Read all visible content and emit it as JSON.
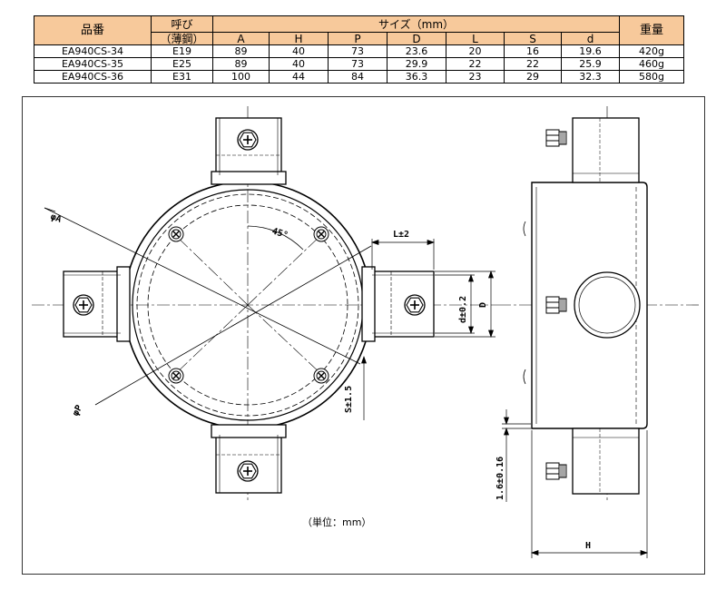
{
  "table": {
    "col_part_no": "品番",
    "col_size_1": "呼び",
    "col_size_2": "（薄鋼）",
    "col_dimensions": "サイズ（mm）",
    "col_weight": "重量",
    "dim_headers": [
      "A",
      "H",
      "P",
      "D",
      "L",
      "S",
      "d"
    ],
    "rows": [
      {
        "part": "EA940CS-34",
        "size": "E19",
        "dims": [
          "89",
          "40",
          "73",
          "23.6",
          "20",
          "16",
          "19.6"
        ],
        "weight": "420g"
      },
      {
        "part": "EA940CS-35",
        "size": "E25",
        "dims": [
          "89",
          "40",
          "73",
          "29.9",
          "22",
          "22",
          "25.9"
        ],
        "weight": "460g"
      },
      {
        "part": "EA940CS-36",
        "size": "E31",
        "dims": [
          "100",
          "44",
          "84",
          "36.3",
          "23",
          "29",
          "32.3"
        ],
        "weight": "580g"
      }
    ]
  },
  "drawing": {
    "label_phiA": "φA",
    "label_phiP": "φP",
    "label_45": "45°",
    "label_L": "L±2",
    "label_d": "d±0.2",
    "label_D": "D",
    "label_S": "S±1.5",
    "label_t": "1.6±0.16",
    "label_H": "H",
    "unit_note": "（単位：mm）"
  }
}
